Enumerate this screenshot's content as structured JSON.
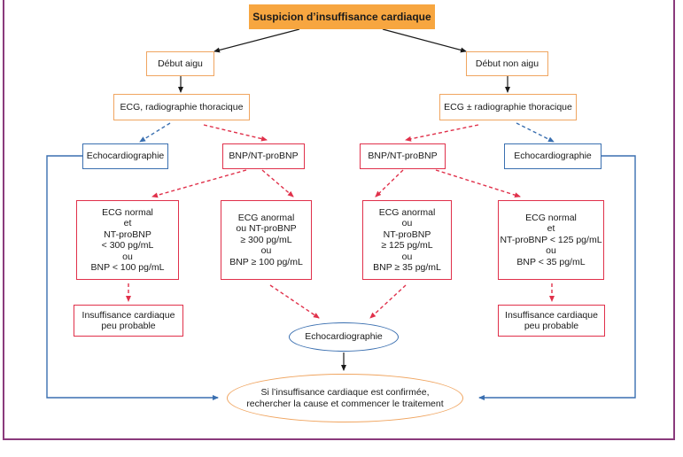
{
  "title": "Suspicion d’insuffisance cardiaque",
  "left": {
    "onset": "Début aigu",
    "exam": "ECG, radiographie thoracique",
    "echo": "Echocardiographie",
    "bnp": "BNP/NT-proBNP",
    "normal": "ECG normal\net\nNT-proBNP\n< 300 pg/mL\nou\nBNP < 100 pg/mL",
    "abnormal": "ECG anormal\nou NT-proBNP\n≥ 300 pg/mL\nou\nBNP ≥ 100 pg/mL",
    "unlikely": "Insuffisance cardiaque\npeu probable"
  },
  "right": {
    "onset": "Début non aigu",
    "exam": "ECG ± radiographie thoracique",
    "echo": "Echocardiographie",
    "bnp": "BNP/NT-proBNP",
    "abnormal": "ECG anormal\nou\nNT-proBNP\n≥ 125 pg/mL\nou\nBNP ≥ 35 pg/mL",
    "normal": "ECG normal\net\nNT-proBNP < 125 pg/mL\nou\nBNP < 35 pg/mL",
    "unlikely": "Insuffisance cardiaque\npeu probable"
  },
  "center_echo": "Echocardiographie",
  "conclusion": "Si l’insuffisance cardiaque est confirmée,\nrechercher la cause et commencer le traitement",
  "colors": {
    "frame": "#8a3a7c",
    "title_fill": "#f7a640",
    "orange": "#f0a560",
    "blue": "#3a6fb0",
    "red": "#e0304a",
    "black": "#1a1a1a"
  }
}
